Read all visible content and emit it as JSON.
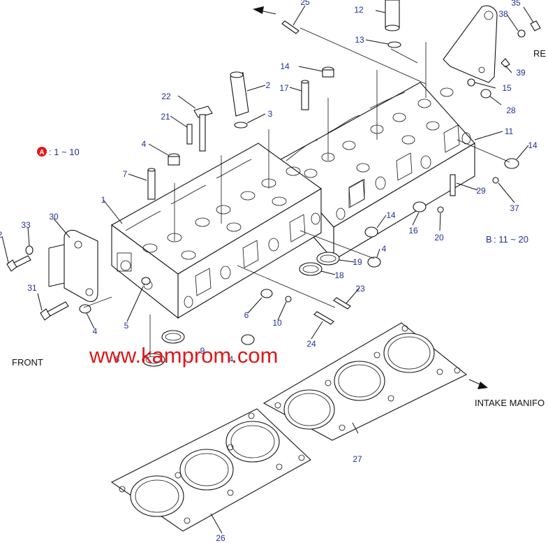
{
  "callouts": [
    "25",
    "12",
    "35",
    "38",
    "13",
    "14",
    "39",
    "15",
    "2",
    "17",
    "28",
    "22",
    "3",
    "21",
    "11",
    "14",
    "4",
    "7",
    "29",
    "1",
    "14",
    "37",
    "16",
    "20",
    "30",
    "33",
    "4",
    "19",
    "18",
    "2",
    "23",
    "31",
    "4",
    "5",
    "6",
    "10",
    "24",
    "9",
    "8",
    "4",
    "27",
    "26"
  ],
  "group_a": {
    "badge": "A",
    "range": ": 1 ~ 10"
  },
  "group_b": {
    "badge": "B",
    "range": ": 11 ~ 20"
  },
  "labels": {
    "front": "FRONT",
    "intake": "INTAKE MANIFO",
    "rear": "RE"
  },
  "watermark": "www.kamprom.com",
  "colors": {
    "callout": "#1f2f9e",
    "badge": "#e01818",
    "watermark": "#e01818",
    "line": "#111111"
  }
}
